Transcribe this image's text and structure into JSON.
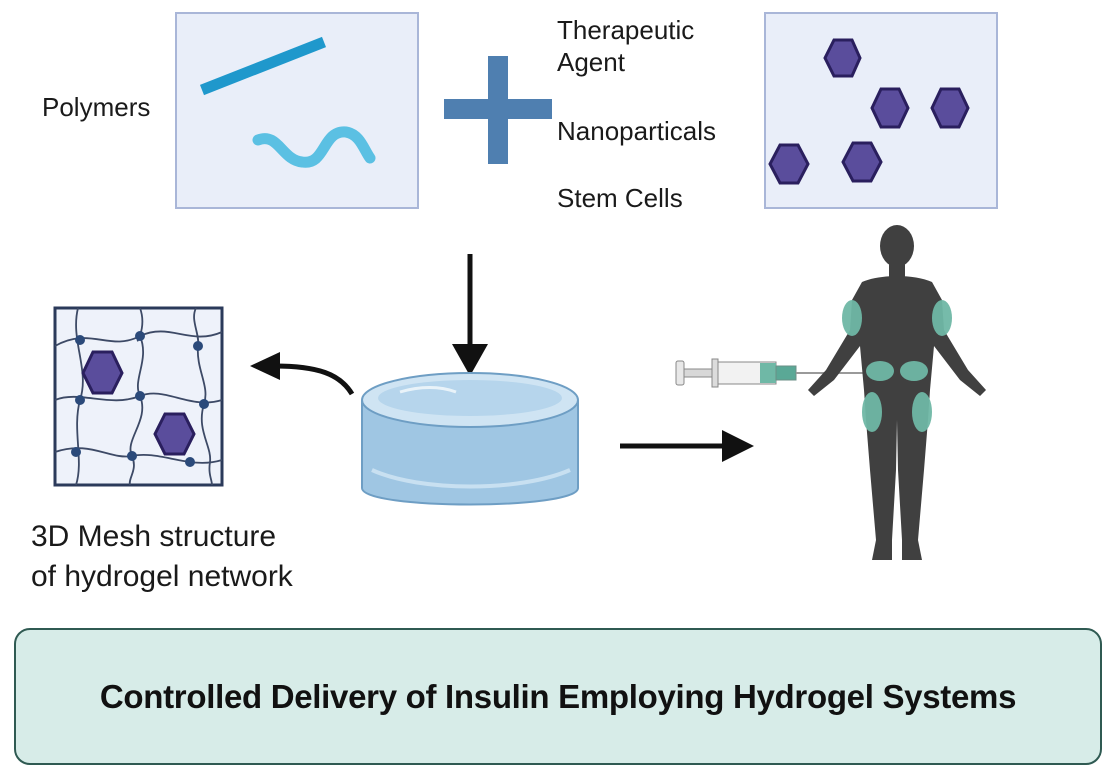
{
  "labels": {
    "polymers": "Polymers",
    "therapeutic_agent_line1": "Therapeutic",
    "therapeutic_agent_line2": "Agent",
    "nanoparticals": "Nanoparticals",
    "stem_cells": "Stem Cells",
    "mesh_line1": "3D Mesh structure",
    "mesh_line2": "of hydrogel network"
  },
  "banner": {
    "title": "Controlled Delivery of Insulin Employing Hydrogel Systems"
  },
  "colors": {
    "box_fill": "#e9eef9",
    "box_stroke": "#a9b6d8",
    "polymer_rod": "#1f98cc",
    "polymer_wave": "#5bc0e3",
    "plus": "#4f7fb0",
    "hexagon_fill": "#5a4d9c",
    "hexagon_stroke": "#2a1f5e",
    "mesh_node": "#2b4a7a",
    "human": "#404040",
    "injection_site": "#6fb8a6",
    "banner_fill": "#d7ece8",
    "banner_border": "#2f5a52"
  },
  "icons": [
    "plus-icon",
    "hexagon-icon",
    "arrow-icon",
    "hydrogel-disc-icon",
    "syringe-icon",
    "human-body-icon"
  ]
}
